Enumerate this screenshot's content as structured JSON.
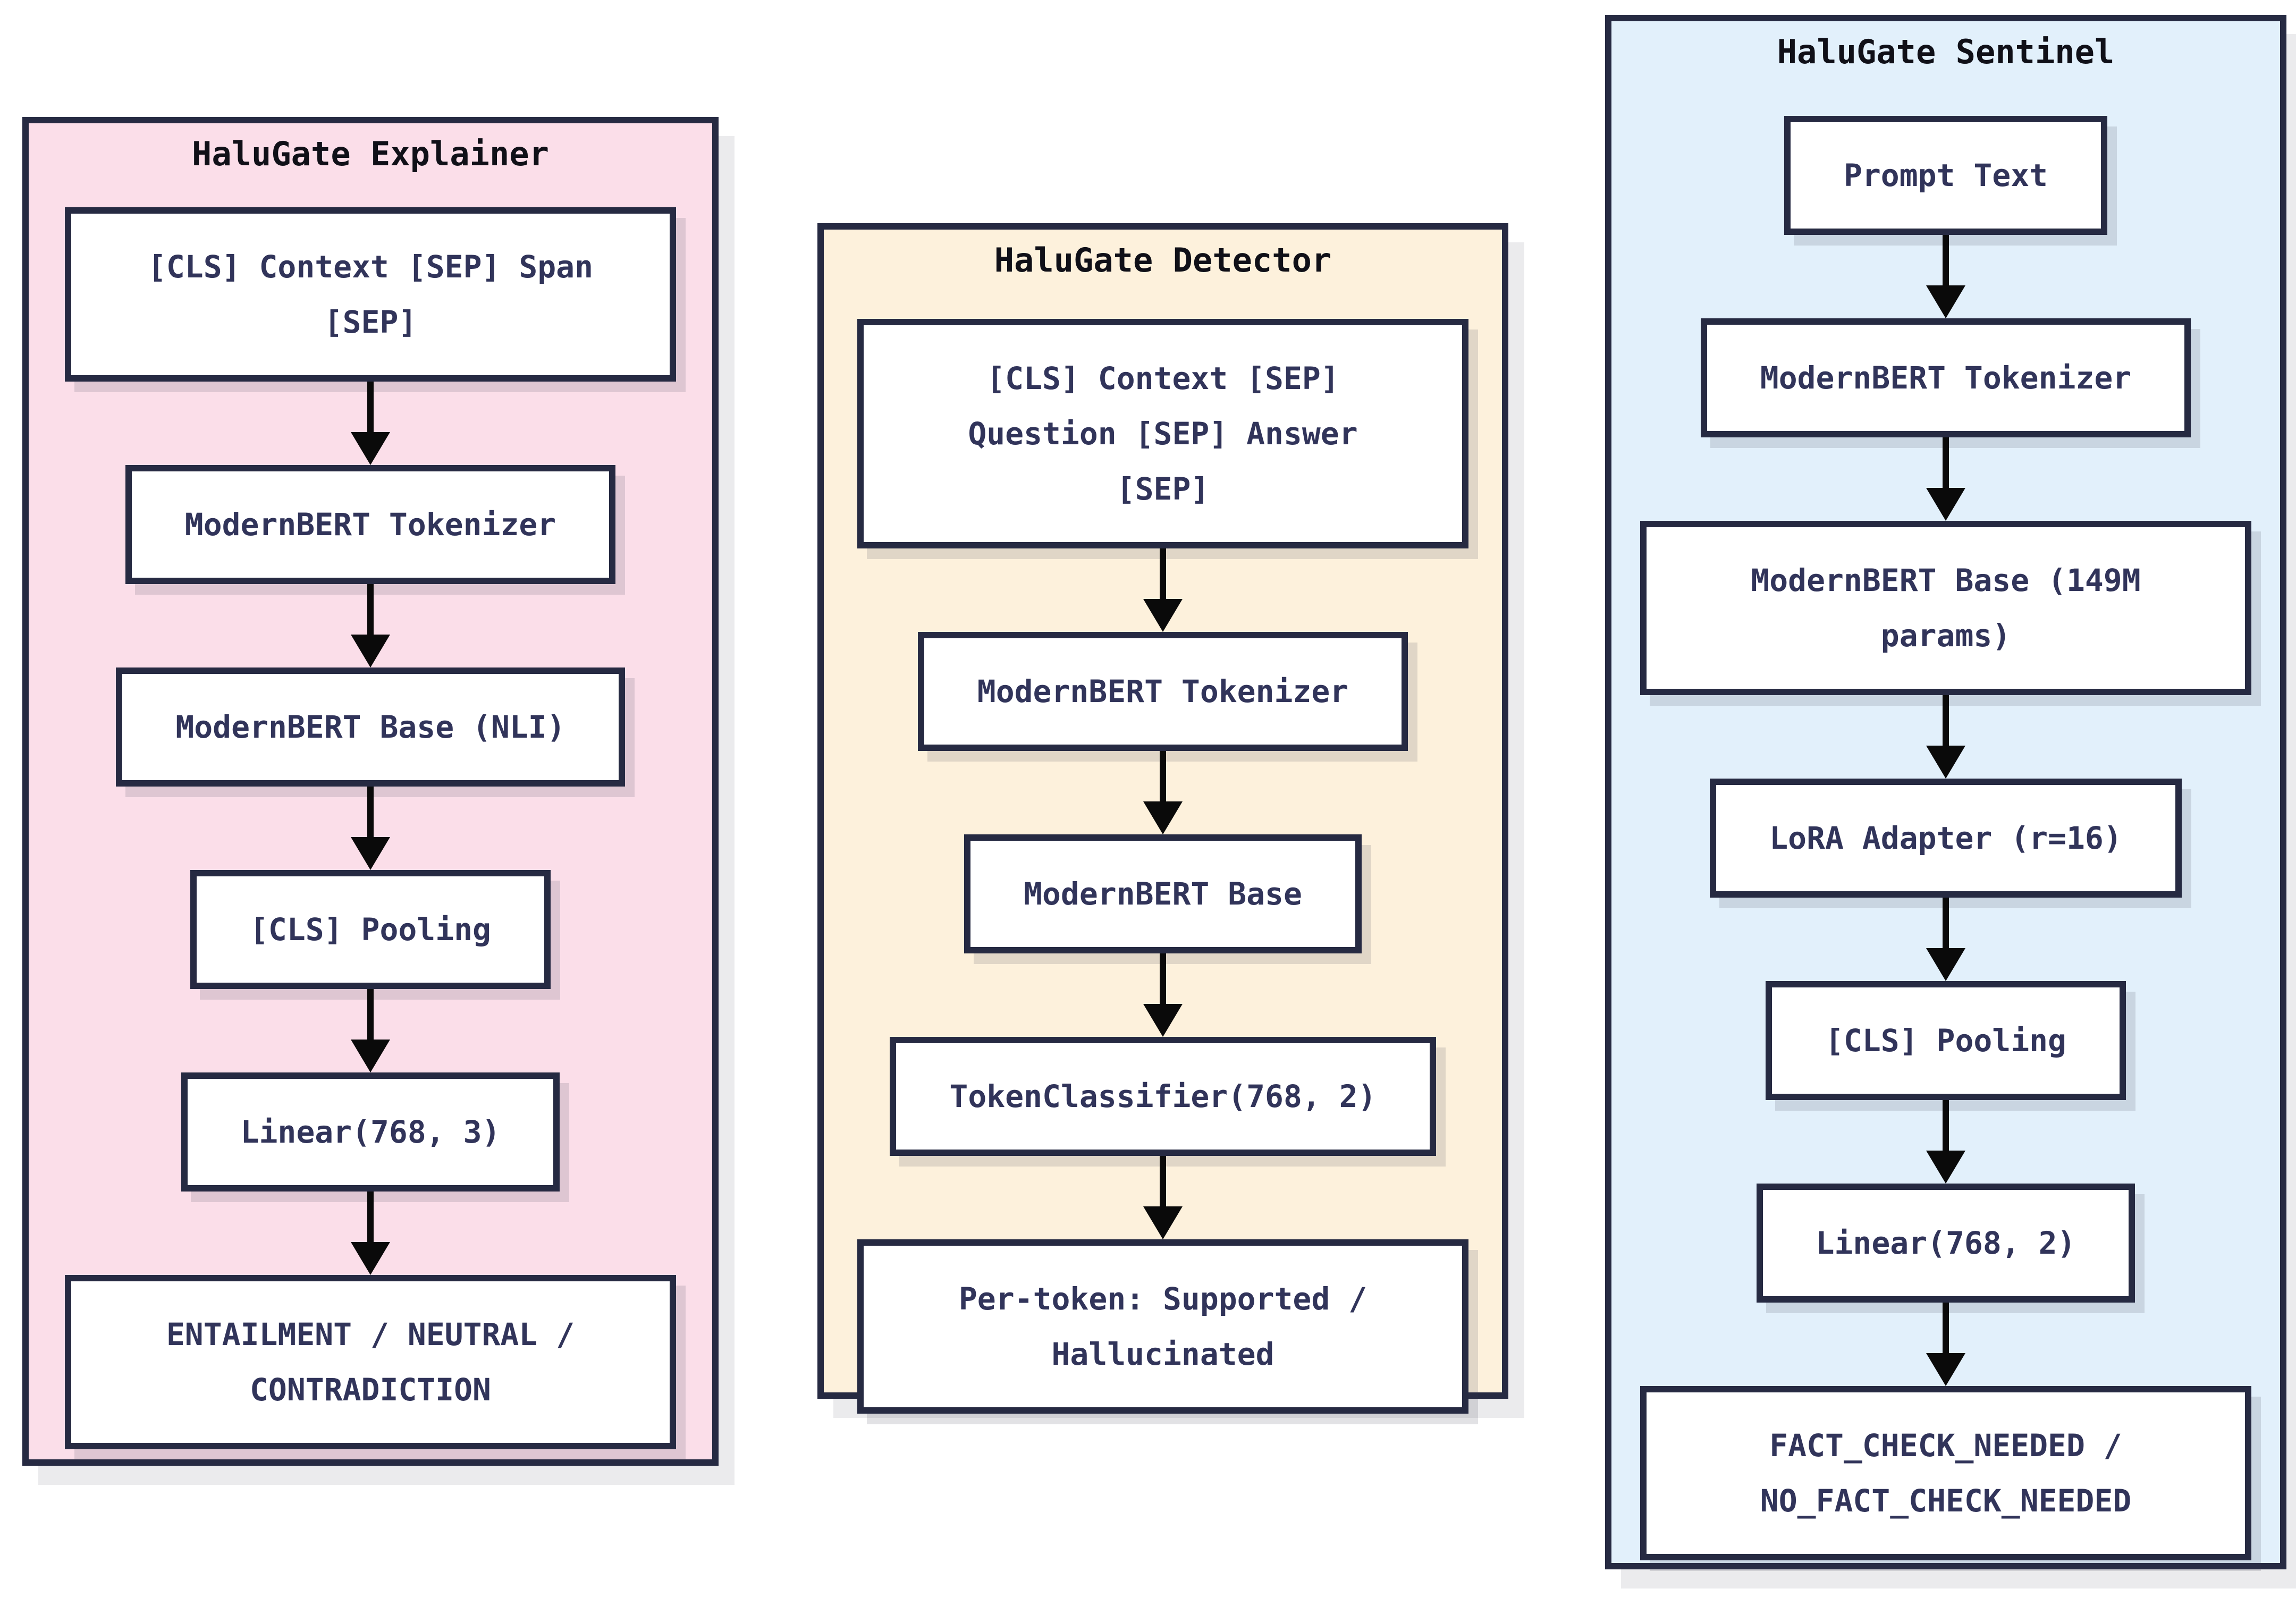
{
  "colors": {
    "page_background": "#ffffff",
    "panel_border": "#262a42",
    "node_background": "#ffffff",
    "node_text": "#31345a",
    "title_text": "#101018",
    "arrow": "#0a0a0a",
    "explainer_bg": "#fbdee9",
    "detector_bg": "#fdf1dc",
    "sentinel_bg": "#e2f0fb"
  },
  "columns": [
    {
      "title": "HaluGate Explainer",
      "bg_color": "#fbdee9",
      "nodes": [
        "[CLS] Context [SEP] Span [SEP]",
        "ModernBERT Tokenizer",
        "ModernBERT Base (NLI)",
        "[CLS] Pooling",
        "Linear(768, 3)",
        "ENTAILMENT / NEUTRAL / CONTRADICTION"
      ]
    },
    {
      "title": "HaluGate Detector",
      "bg_color": "#fdf1dc",
      "nodes": [
        "[CLS] Context [SEP] Question [SEP] Answer [SEP]",
        "ModernBERT Tokenizer",
        "ModernBERT Base",
        "TokenClassifier(768, 2)",
        "Per-token: Supported / Hallucinated"
      ]
    },
    {
      "title": "HaluGate Sentinel",
      "bg_color": "#e2f0fb",
      "nodes": [
        "Prompt Text",
        "ModernBERT Tokenizer",
        "ModernBERT Base (149M params)",
        "LoRA Adapter (r=16)",
        "[CLS] Pooling",
        "Linear(768, 2)",
        "FACT_CHECK_NEEDED / NO_FACT_CHECK_NEEDED"
      ]
    }
  ]
}
